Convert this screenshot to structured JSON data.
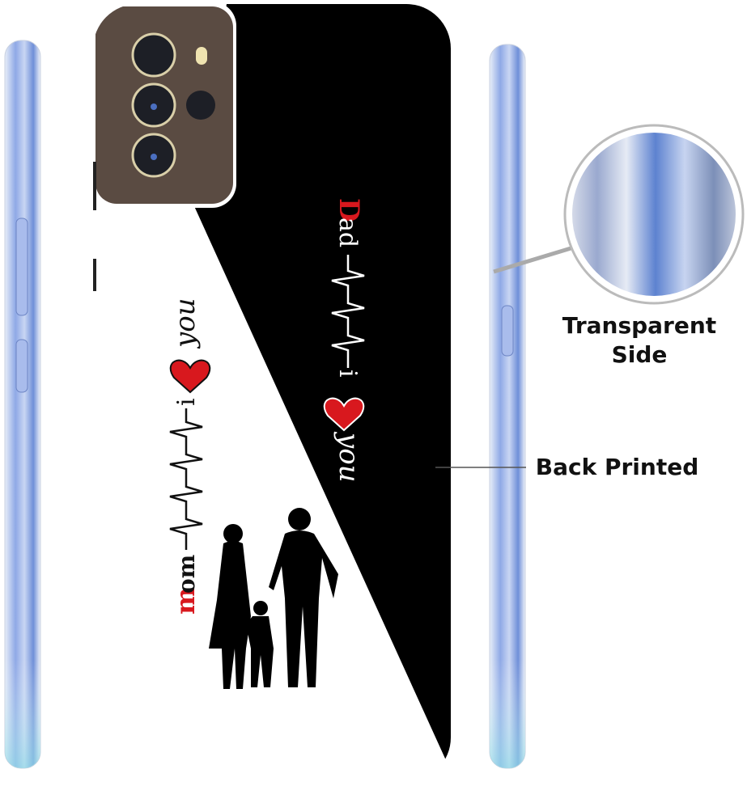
{
  "labels": {
    "transparent_side_line1": "Transparent",
    "transparent_side_line2": "Side",
    "back_printed": "Back Printed"
  },
  "design": {
    "dad_initial": "D",
    "dad_rest": "ad",
    "mom_initial": "m",
    "mom_rest": "om",
    "i_text": "i",
    "you_text": "you"
  },
  "colors": {
    "accent_red": "#d8181e",
    "case_black": "#000000",
    "camera_module": "#5a4b42",
    "side_blue": "#8fa9e6"
  }
}
